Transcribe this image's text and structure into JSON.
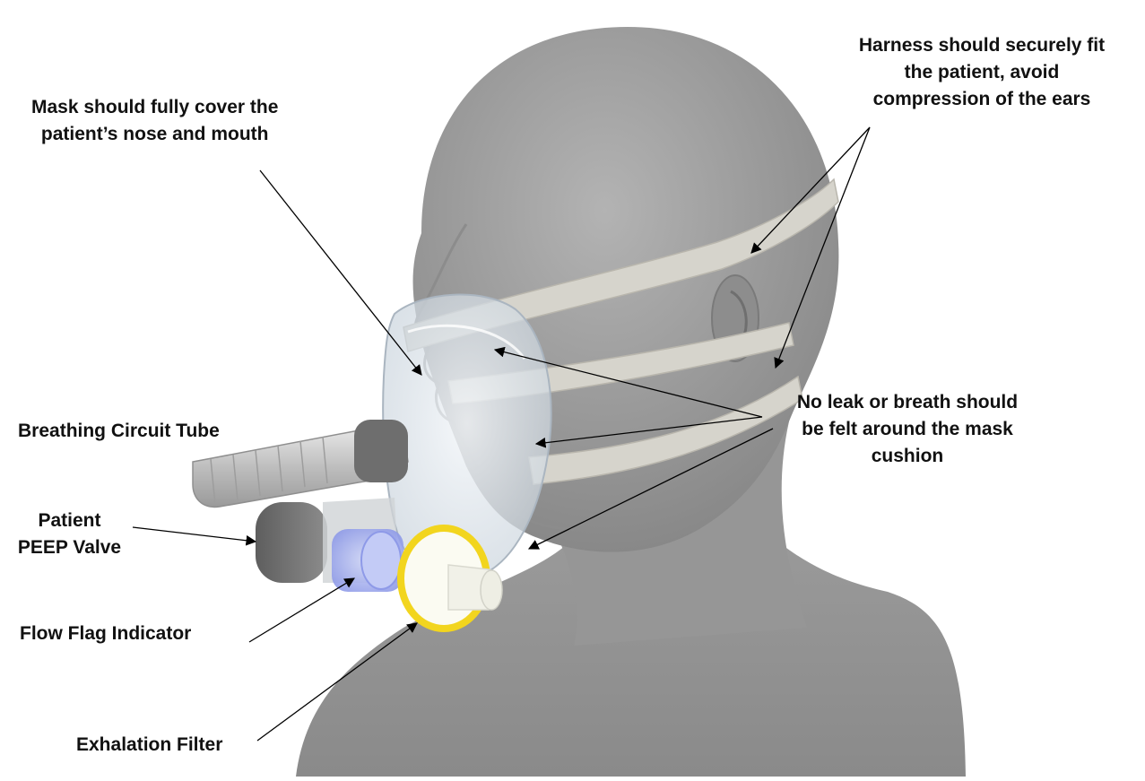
{
  "colors": {
    "background": "#ffffff",
    "head_skin": "#9a9a9a",
    "harness_strap": "#d6d4cc",
    "mask_shell": "#dfe6ee",
    "filter_rim": "#f2d51e",
    "flow_flag_body": "#a9b4f2",
    "peep_valve": "#6f6f6f",
    "label_text": "#111111",
    "leader_lines": "#000000"
  },
  "icons": [
    "headform-illustration",
    "full-face-mask-illustration"
  ],
  "annotations": {
    "mask_cover": {
      "lines": [
        "Mask should fully cover the",
        "patient’s nose and mouth"
      ]
    },
    "harness": {
      "lines": [
        "Harness should securely fit",
        "the patient, avoid",
        "compression of the ears"
      ]
    },
    "no_leak": {
      "lines": [
        "No leak or breath should",
        "be felt around the mask",
        "cushion"
      ]
    },
    "breathing_tube": {
      "lines": [
        "Breathing Circuit Tube"
      ]
    },
    "peep_valve": {
      "lines": [
        "Patient",
        "PEEP Valve"
      ]
    },
    "flow_flag": {
      "lines": [
        "Flow Flag Indicator"
      ]
    },
    "exhalation_filter": {
      "lines": [
        "Exhalation Filter"
      ]
    }
  }
}
